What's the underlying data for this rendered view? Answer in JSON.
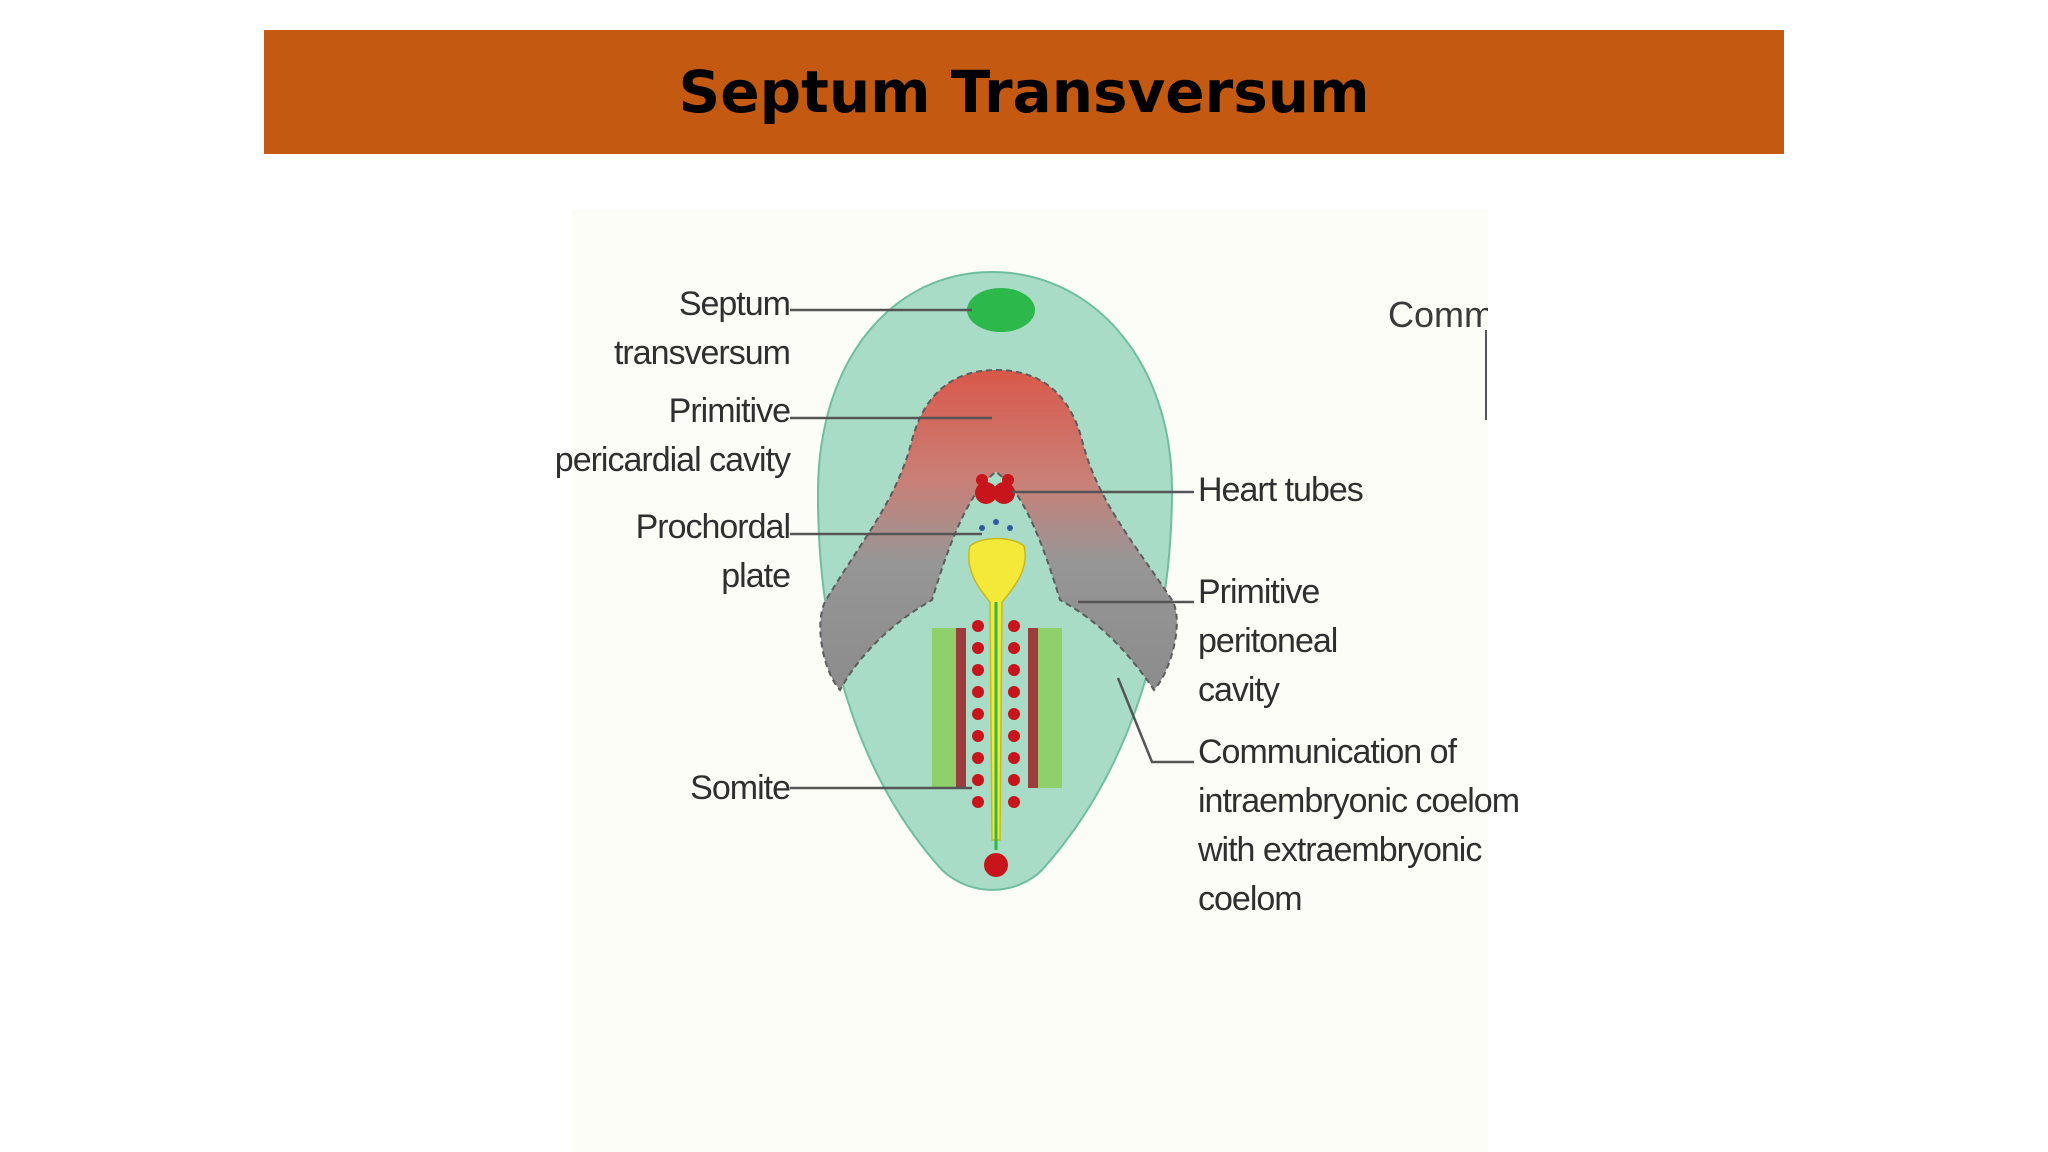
{
  "slide": {
    "title": "Septum Transversum"
  },
  "colors": {
    "title_bar": "#c45911",
    "embryo_fill": "#a8dcc7",
    "septum": "#2db84b",
    "pericardial": "#d9584a",
    "coelom": "#8f8f8f",
    "heart_tubes": "#c8141b",
    "prochordal": "#f4e838",
    "somite": "#9c3c3c"
  },
  "figure": {
    "labels_left": {
      "septum_transversum": [
        "Septum",
        "transversum"
      ],
      "primitive_pericardial_cavity": [
        "Primitive",
        "pericardial cavity"
      ],
      "prochordal_plate": [
        "Prochordal",
        "plate"
      ],
      "somite": [
        "Somite"
      ]
    },
    "labels_right": {
      "heart_tubes": [
        "Heart tubes"
      ],
      "primitive_peritoneal_cavity": [
        "Primitive",
        "peritoneal",
        "cavity"
      ],
      "communication": [
        "Communication of",
        "intraembryonic coelom",
        "with extraembryonic",
        "coelom"
      ]
    },
    "cropped_text": "Commu"
  }
}
